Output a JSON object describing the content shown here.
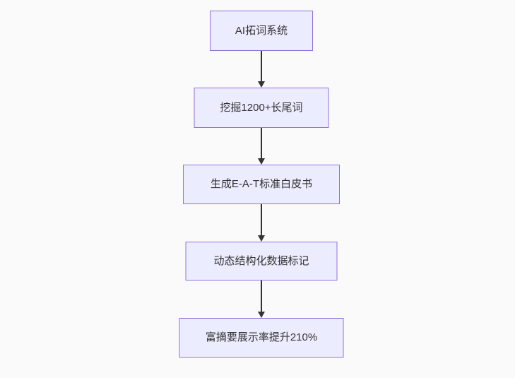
{
  "canvas": {
    "background": "#fafafa"
  },
  "flowchart": {
    "type": "flowchart-top-down",
    "node_fill": "#ECECFF",
    "node_border": "#9370DB",
    "text_color": "#333333",
    "arrow_color": "#333333",
    "nodes": [
      {
        "id": "n0",
        "label": "AI拓词系统"
      },
      {
        "id": "n1",
        "label": "挖掘1200+长尾词"
      },
      {
        "id": "n2",
        "label": "生成E-A-T标准白皮书"
      },
      {
        "id": "n3",
        "label": "动态结构化数据标记"
      },
      {
        "id": "n4",
        "label": "富摘要展示率提升210%"
      }
    ],
    "edges": [
      {
        "from": "n0",
        "to": "n1",
        "style": "arrow-down"
      },
      {
        "from": "n1",
        "to": "n2",
        "style": "arrow-down"
      },
      {
        "from": "n2",
        "to": "n3",
        "style": "arrow-down"
      },
      {
        "from": "n3",
        "to": "n4",
        "style": "arrow-down"
      }
    ]
  }
}
